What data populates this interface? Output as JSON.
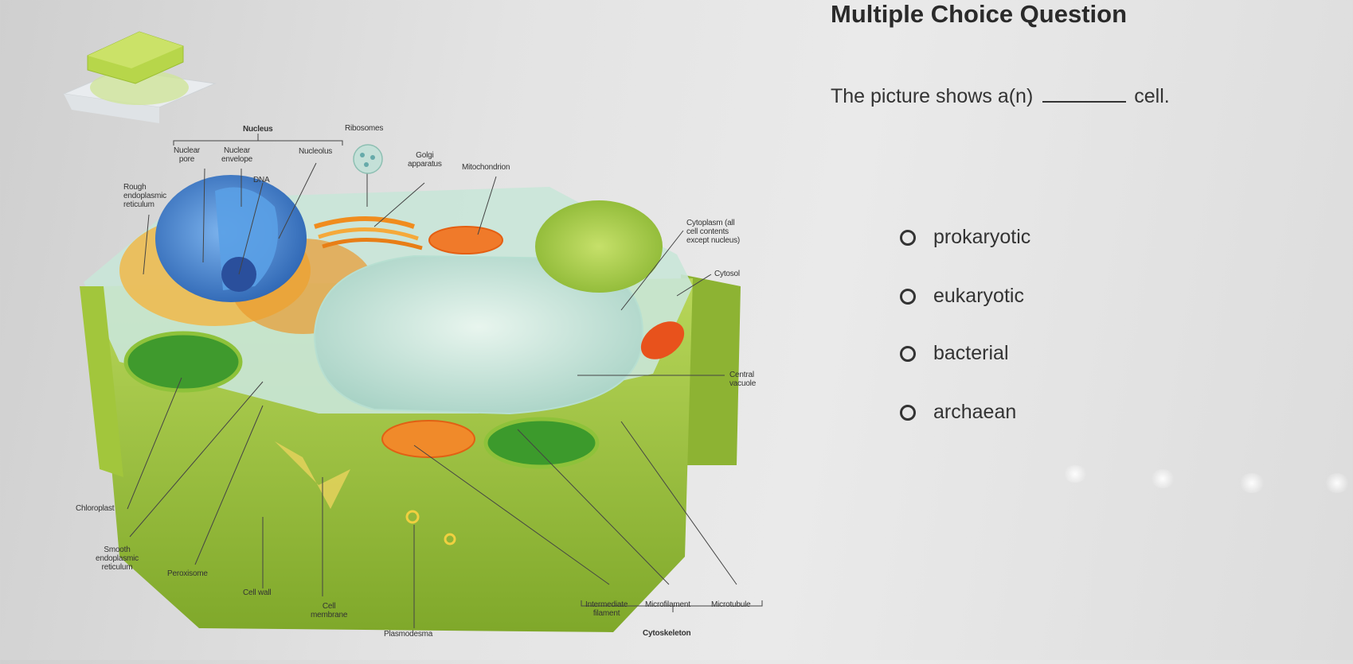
{
  "question": {
    "title": "Multiple Choice Question",
    "prompt_before": "The picture shows a(n)",
    "prompt_after": "cell.",
    "options": [
      "prokaryotic",
      "eukaryotic",
      "bacterial",
      "archaean"
    ]
  },
  "diagram": {
    "labels": {
      "nucleus": "Nucleus",
      "ribosomes": "Ribosomes",
      "nuclear_pore": "Nuclear\npore",
      "nuclear_envelope": "Nuclear\nenvelope",
      "nucleolus": "Nucleolus",
      "dna": "DNA",
      "golgi": "Golgi\napparatus",
      "mitochondrion": "Mitochondrion",
      "rough_er": "Rough\nendoplasmic\nreticulum",
      "cytoplasm": "Cytoplasm (all\ncell contents\nexcept nucleus)",
      "cytosol": "Cytosol",
      "central_vacuole": "Central\nvacuole",
      "chloroplast": "Chloroplast",
      "smooth_er": "Smooth\nendoplasmic\nreticulum",
      "peroxisome": "Peroxisome",
      "cell_wall": "Cell wall",
      "cell_membrane": "Cell\nmembrane",
      "plasmodesma": "Plasmodesma",
      "intermediate_filament": "Intermediate\nfilament",
      "microfilament": "Microfilament",
      "microtubule": "Microtubule",
      "cytoskeleton": "Cytoskeleton"
    }
  },
  "colors": {
    "cell_wall": "#9cc23a",
    "vacuole": "#d6eee6",
    "nucleus": "#4f8fd6",
    "golgi": "#f0a324",
    "mitochondrion": "#f06a28",
    "chloroplast": "#3c9a2c"
  }
}
